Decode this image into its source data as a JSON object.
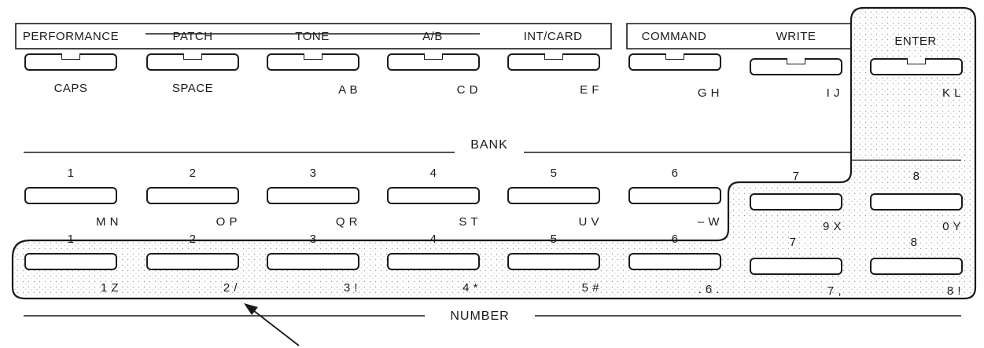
{
  "function_buttons": [
    {
      "title": "PERFORMANCE",
      "sub": "CAPS"
    },
    {
      "title": "PATCH",
      "sub": "SPACE"
    },
    {
      "title": "TONE",
      "sub": "A B"
    },
    {
      "title": "A/B",
      "sub": "C D"
    },
    {
      "title": "INT/CARD",
      "sub": "E F"
    },
    {
      "title": "COMMAND",
      "sub": "G H"
    },
    {
      "title": "WRITE",
      "sub": "I J"
    },
    {
      "title": "ENTER",
      "sub": "K L"
    }
  ],
  "bank": {
    "title": "BANK",
    "keys": [
      {
        "num": "1",
        "sub": "M N"
      },
      {
        "num": "2",
        "sub": "O P"
      },
      {
        "num": "3",
        "sub": "Q R"
      },
      {
        "num": "4",
        "sub": "S T"
      },
      {
        "num": "5",
        "sub": "U V"
      },
      {
        "num": "6",
        "sub": "– W"
      },
      {
        "num": "7",
        "sub": "9 X"
      },
      {
        "num": "8",
        "sub": "0 Y"
      }
    ]
  },
  "number": {
    "title": "NUMBER",
    "keys": [
      {
        "num": "1",
        "sub": "1 Z"
      },
      {
        "num": "2",
        "sub": "2 /"
      },
      {
        "num": "3",
        "sub": "3 !"
      },
      {
        "num": "4",
        "sub": "4 *"
      },
      {
        "num": "5",
        "sub": "5 #"
      },
      {
        "num": "6",
        "sub": ". 6 ."
      },
      {
        "num": "7",
        "sub": "7 ,"
      },
      {
        "num": "8",
        "sub": "8 !"
      }
    ]
  },
  "colors": {
    "ink": "#1a1a1a",
    "shading": "#cfcfcf",
    "paper": "#ffffff"
  }
}
